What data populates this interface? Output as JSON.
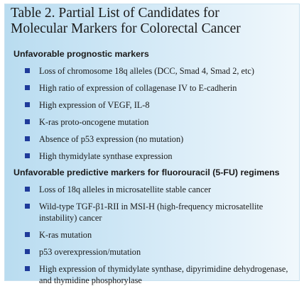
{
  "table": {
    "title_line1": "Table 2. Partial List of Candidates for",
    "title_line2": "Molecular Markers for Colorectal Cancer",
    "sections": [
      {
        "heading": "Unfavorable prognostic markers",
        "items": [
          "Loss of chromosome 18q alleles (DCC, Smad 4, Smad 2, etc)",
          "High ratio of expression of collagenase IV to E-cadherin",
          "High expression of VEGF, IL-8",
          "K-ras proto-oncogene mutation",
          "Absence of p53 expression (no mutation)",
          "High thymidylate synthase expression"
        ]
      },
      {
        "heading": "Unfavorable predictive markers for fluorouracil (5-FU) regimens",
        "items": [
          "Loss of 18q alleles in microsatellite stable cancer",
          "Wild-type TGF-β1-RII in MSI-H (high-frequency microsatellite instability) cancer",
          "K-ras mutation",
          "p53 overexpression/mutation",
          "High expression of thymidylate synthase, dipyrimidine dehydrogenase, and thymidine phosphorylase"
        ]
      }
    ]
  }
}
